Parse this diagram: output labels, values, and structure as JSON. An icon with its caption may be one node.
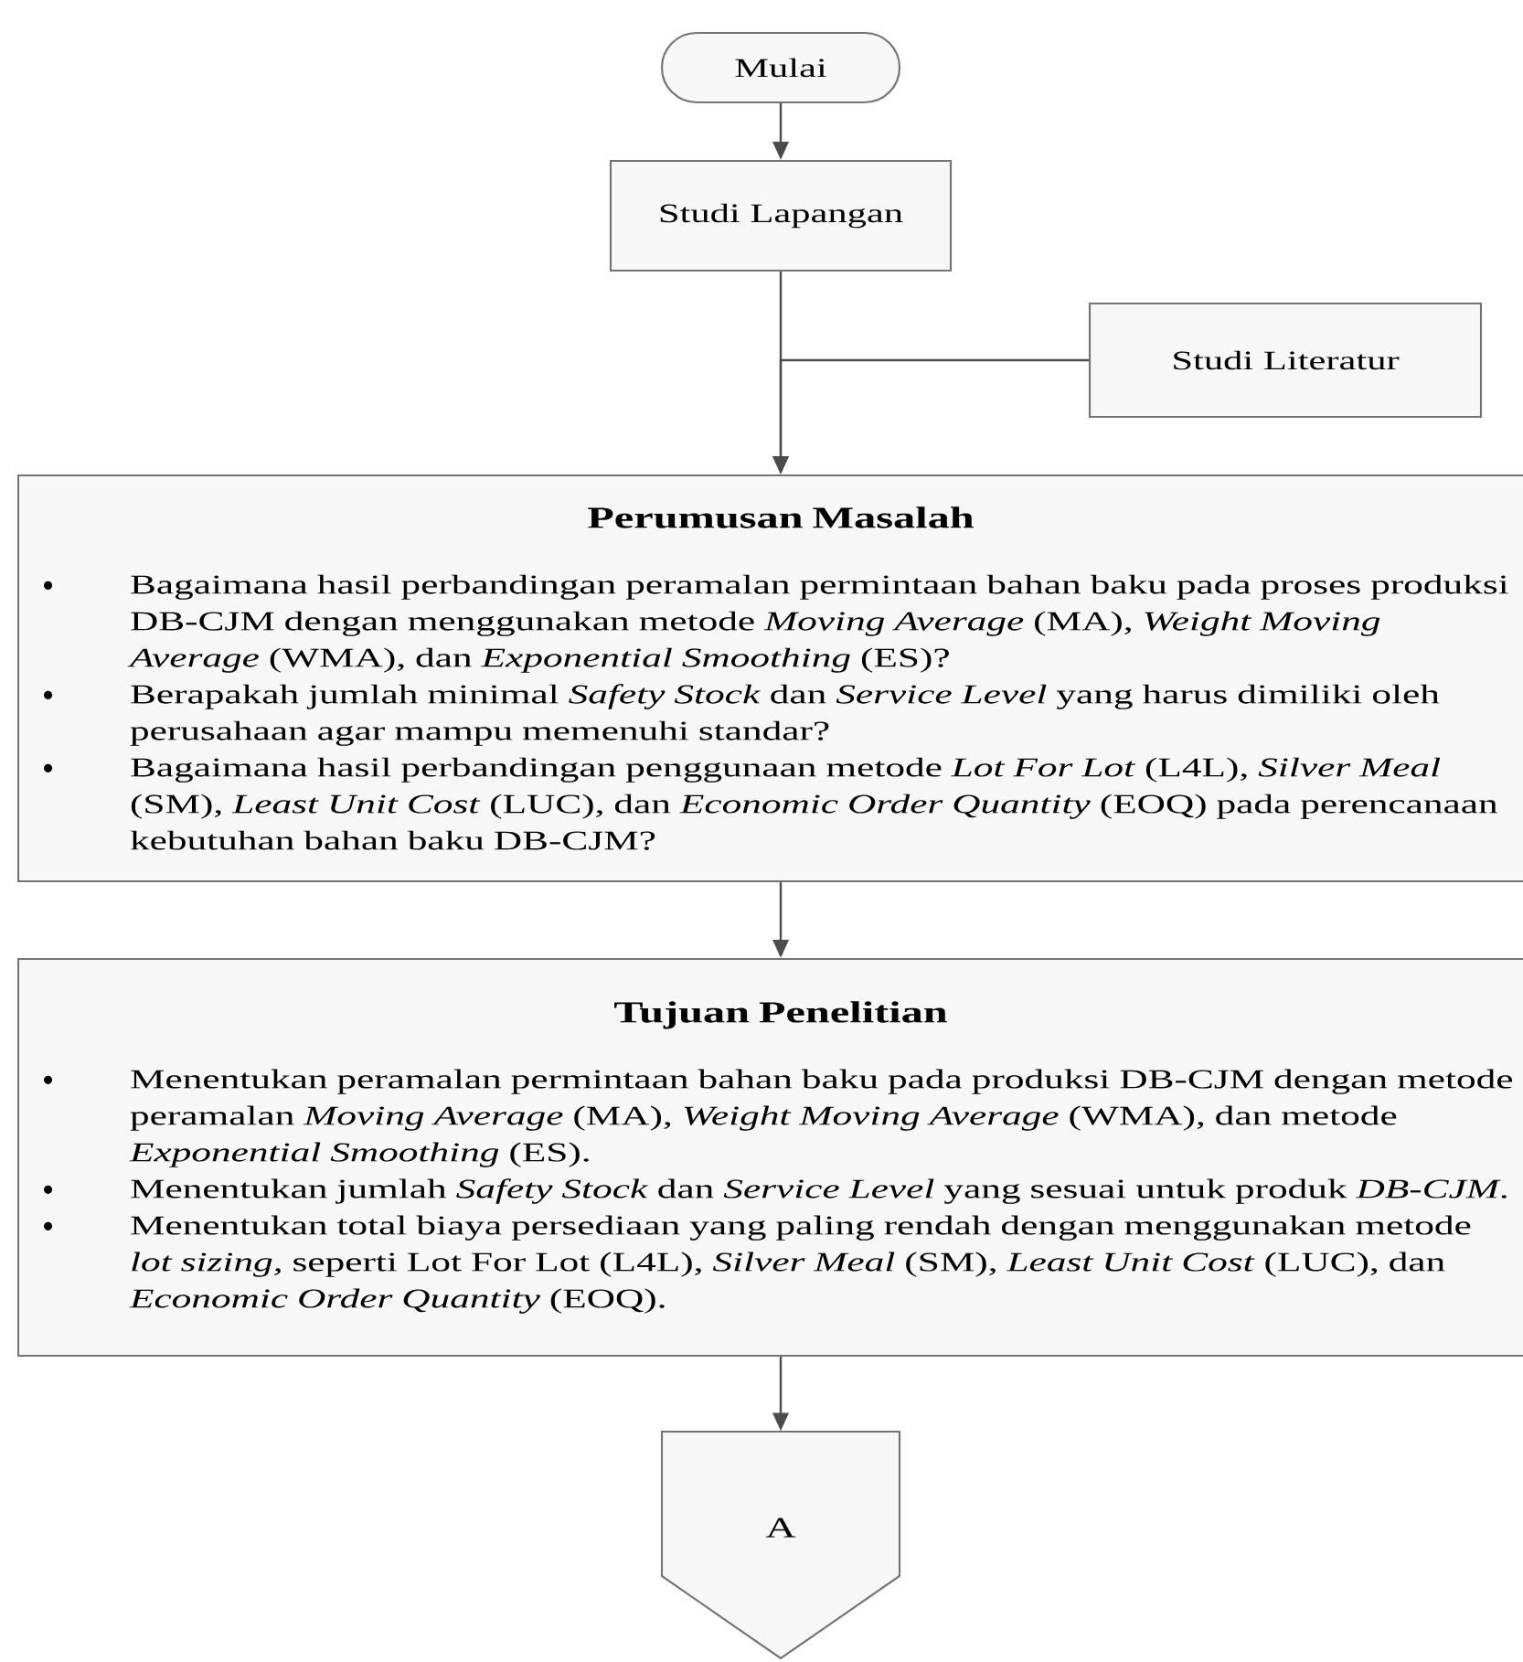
{
  "diagram": {
    "nodes": [
      {
        "text": [
          "Mulai"
        ]
      },
      {
        "text": [
          "Studi Lapangan"
        ]
      },
      {
        "text": [
          "Studi Literatur"
        ]
      },
      {
        "text": [
          "Perumusan Masalah",
          "Bagaimana hasil perbandingan peramalan permintaan bahan baku pada proses produksi DB-CJM dengan menggunakan metode *Moving Average* (MA), *Weight Moving Average* (WMA), dan *Exponential Smoothing* (ES)?",
          "Berapakah jumlah minimal *Safety Stock* dan *Service Level* yang harus dimiliki oleh perusahaan agar mampu memenuhi standar?",
          "Bagaimana hasil perbandingan penggunaan metode *Lot For Lot* (L4L), *Silver Meal* (SM), *Least Unit Cost* (LUC), dan *Economic Order Quantity* (EOQ) pada perencanaan kebutuhan bahan baku DB-CJM?"
        ]
      },
      {
        "text": [
          "Tujuan Penelitian",
          "Menentukan peramalan permintaan bahan baku pada produksi DB-CJM dengan metode peramalan *Moving Average* (MA), *Weight Moving Average* (WMA), dan metode *Exponential Smoothing* (ES).",
          "Menentukan jumlah *Safety Stock* dan *Service Level* yang sesuai untuk produk *DB-CJM*.",
          "Menentukan total biaya persediaan yang paling rendah dengan menggunakan metode *lot sizing,* seperti Lot For Lot (L4L), *Silver Meal* (SM), *Least Unit Cost* (LUC), dan *Economic Order Quantity* (EOQ)."
        ]
      },
      {
        "text": [
          "A"
        ]
      }
    ],
    "edges": [
      {
        "from": 0,
        "to": 1,
        "arrow": "to"
      },
      {
        "from": 1,
        "to": 3,
        "arrow": "to"
      },
      {
        "from": 2,
        "to": 3,
        "arrow": "to"
      },
      {
        "from": 3,
        "to": 4,
        "arrow": "to"
      },
      {
        "from": 4,
        "to": 5,
        "arrow": "to"
      }
    ]
  }
}
